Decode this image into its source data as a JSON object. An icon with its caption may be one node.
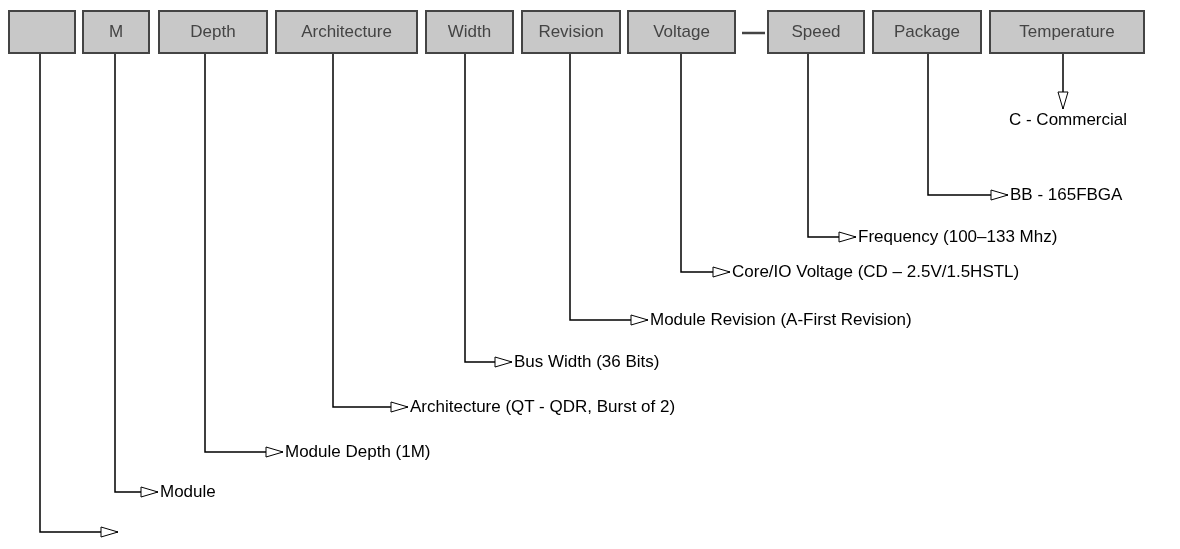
{
  "diagram": {
    "nodes": [
      {
        "text": [],
        "shape": "box"
      },
      {
        "text": [
          "M"
        ]
      },
      {
        "text": [
          "Depth"
        ]
      },
      {
        "text": [
          "Architecture"
        ]
      },
      {
        "text": [
          "Width"
        ]
      },
      {
        "text": [
          "Revision"
        ]
      },
      {
        "text": [
          "Voltage"
        ]
      },
      {
        "text": [
          "Speed"
        ]
      },
      {
        "text": [
          "Package"
        ]
      },
      {
        "text": [
          "Temperature"
        ]
      },
      {
        "text": [
          "C - Commercial"
        ]
      },
      {
        "text": [
          "BB - 165FBGA"
        ]
      },
      {
        "text": [
          "Frequency (100–133 Mhz)"
        ]
      },
      {
        "text": [
          "Core/IO Voltage (CD – 2.5V/1.5HSTL)"
        ]
      },
      {
        "text": [
          "Module Revision (A-First Revision)"
        ]
      },
      {
        "text": [
          "Bus Width (36 Bits)"
        ]
      },
      {
        "text": [
          "Architecture (QT - QDR, Burst of 2)"
        ]
      },
      {
        "text": [
          "Module Depth (1M)"
        ]
      },
      {
        "text": [
          "Module"
        ]
      }
    ],
    "edges": [
      {
        "from": 9,
        "to": 10,
        "arrow": "to"
      },
      {
        "from": 8,
        "to": 11,
        "arrow": "to"
      },
      {
        "from": 7,
        "to": 12,
        "arrow": "to"
      },
      {
        "from": 6,
        "to": 13,
        "arrow": "to"
      },
      {
        "from": 5,
        "to": 14,
        "arrow": "to"
      },
      {
        "from": 4,
        "to": 15,
        "arrow": "to"
      },
      {
        "from": 3,
        "to": 16,
        "arrow": "to"
      },
      {
        "from": 2,
        "to": 17,
        "arrow": "to"
      },
      {
        "from": 1,
        "to": 18,
        "arrow": "to"
      },
      {
        "from": 0,
        "to": null,
        "arrow": "to"
      },
      {
        "from": 6,
        "to": 7,
        "arrow": "none"
      }
    ]
  }
}
